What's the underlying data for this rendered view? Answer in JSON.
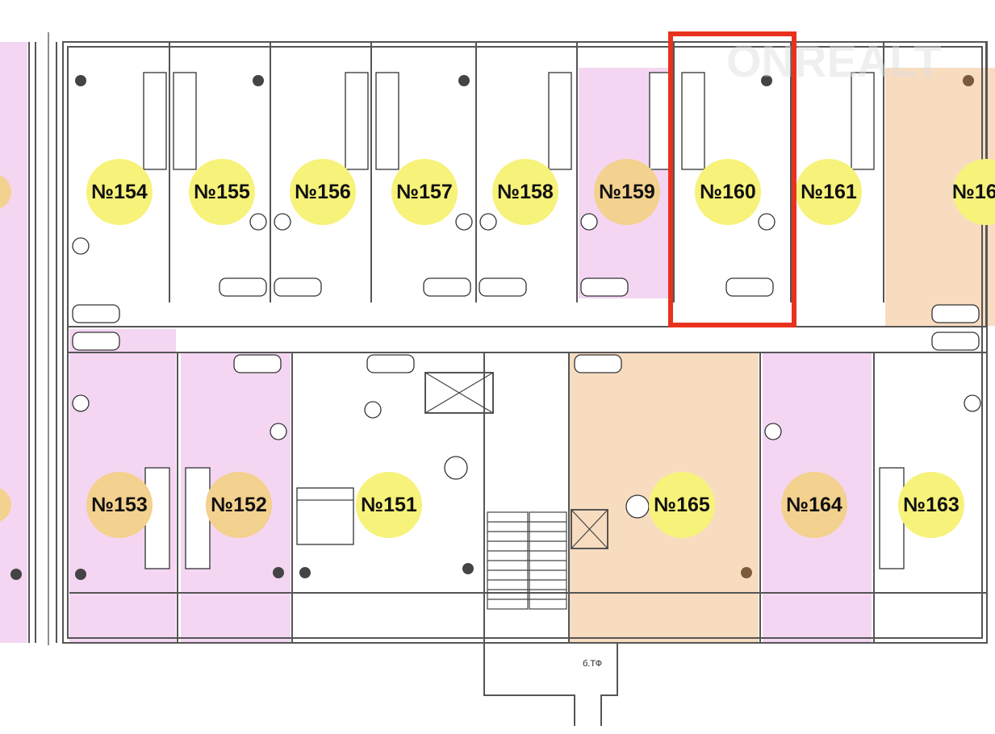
{
  "plan": {
    "watermark": "ONREALT",
    "staircase_label": "б.ТФ",
    "colors": {
      "pink_unit": "#f4d6f2",
      "orange_unit": "#f8dcc0",
      "yellow_marker": "#f7f27a",
      "orange_marker": "#f3d18e",
      "highlight": "#e8321e"
    },
    "units_top": [
      {
        "label": "№154",
        "marker": "yellow"
      },
      {
        "label": "№155",
        "marker": "yellow"
      },
      {
        "label": "№156",
        "marker": "yellow"
      },
      {
        "label": "№157",
        "marker": "yellow"
      },
      {
        "label": "№158",
        "marker": "yellow"
      },
      {
        "label": "№159",
        "marker": "orange"
      },
      {
        "label": "№160",
        "marker": "yellow",
        "highlighted": true
      },
      {
        "label": "№161",
        "marker": "yellow"
      },
      {
        "label": "№16",
        "marker": "yellow"
      }
    ],
    "units_bottom": [
      {
        "label": "№153",
        "marker": "orange"
      },
      {
        "label": "№152",
        "marker": "orange"
      },
      {
        "label": "№151",
        "marker": "yellow"
      },
      {
        "label": "№165",
        "marker": "yellow"
      },
      {
        "label": "№164",
        "marker": "orange"
      },
      {
        "label": "№163",
        "marker": "yellow"
      }
    ]
  }
}
